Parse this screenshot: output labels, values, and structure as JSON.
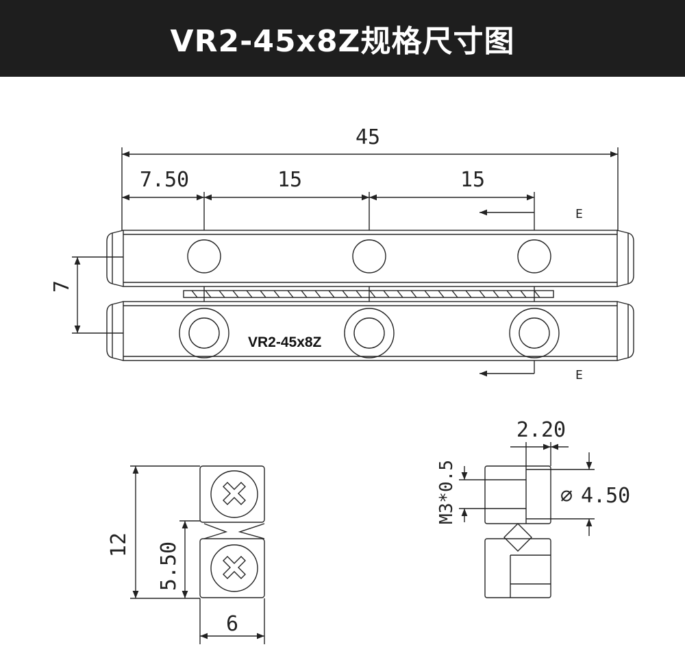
{
  "title": "VR2-45x8Z规格尺寸图",
  "part_label": "VR2-45x8Z",
  "dimensions": {
    "overall_length": "45",
    "end_offset": "7.50",
    "pitch_1": "15",
    "pitch_2": "15",
    "height_offset": "7",
    "section_height": "12",
    "half_height": "5.50",
    "width": "6",
    "counterbore_depth": "2.20",
    "counterbore_dia": "4.50",
    "thread": "M3*0.5"
  },
  "section_marks": {
    "top": "E",
    "bottom": "E"
  },
  "colors": {
    "header_bg": "#1e1e1e",
    "header_text": "#ffffff",
    "line": "#222222"
  }
}
